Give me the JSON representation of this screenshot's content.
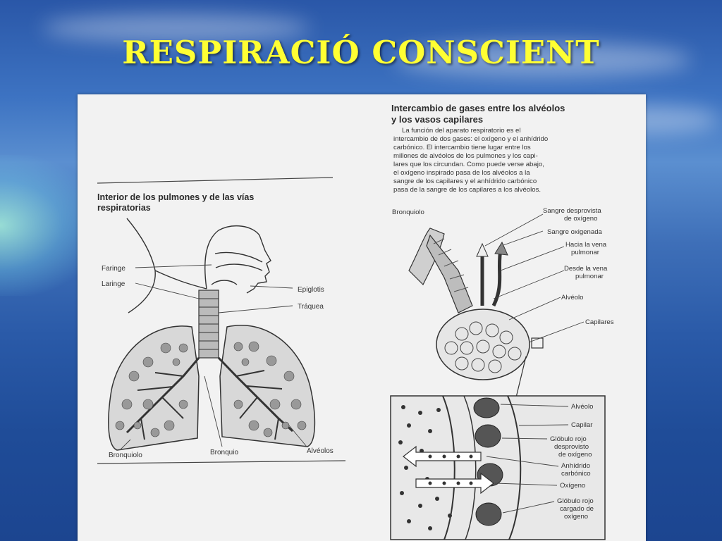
{
  "slide": {
    "title": "RESPIRACIÓ CONSCIENT"
  },
  "left_diagram": {
    "title_line1": "Interior de los pulmones y de las vías",
    "title_line2": "respiratorias",
    "labels": {
      "faringe": "Faringe",
      "laringe": "Laringe",
      "epiglotis": "Epiglotis",
      "traquea": "Tráquea",
      "bronquiolo": "Bronquiolo",
      "bronquio": "Bronquio",
      "alveolos": "Alvéolos"
    }
  },
  "right_diagram": {
    "title_line1": "Intercambio de gases entre los alvéolos",
    "title_line2": "y los vasos capilares",
    "paragraph": [
      "La función del aparato respiratorio es el",
      "intercambio de dos gases: el oxígeno y el anhídrido",
      "carbónico. El intercambio tiene lugar entre los",
      "millones de alvéolos de los pulmones y los capi-",
      "lares que los circundan. Como puede verse abajo,",
      "el oxígeno inspirado pasa de los alvéolos a la",
      "sangre de los capilares y el anhídrido carbónico",
      "pasa de la sangre de los capilares a los alvéolos."
    ],
    "labels": {
      "bronquiolo": "Bronquiolo",
      "sangre_desprovista_1": "Sangre desprovista",
      "sangre_desprovista_2": "de oxígeno",
      "sangre_oxigenada": "Sangre oxigenada",
      "hacia_vena_1": "Hacia la vena",
      "hacia_vena_2": "pulmonar",
      "desde_vena_1": "Desde la vena",
      "desde_vena_2": "pulmonar",
      "alveolo": "Alvéolo",
      "capilares": "Capilares"
    },
    "detail_labels": {
      "alveolo": "Alvéolo",
      "capilar": "Capilar",
      "globulo_desprovisto_1": "Glóbulo rojo",
      "globulo_desprovisto_2": "desprovisto",
      "globulo_desprovisto_3": "de oxígeno",
      "anhidrido_1": "Anhídrido",
      "anhidrido_2": "carbónico",
      "oxigeno": "Oxígeno",
      "globulo_cargado_1": "Glóbulo rojo",
      "globulo_cargado_2": "cargado de",
      "globulo_cargado_3": "oxígeno"
    }
  }
}
